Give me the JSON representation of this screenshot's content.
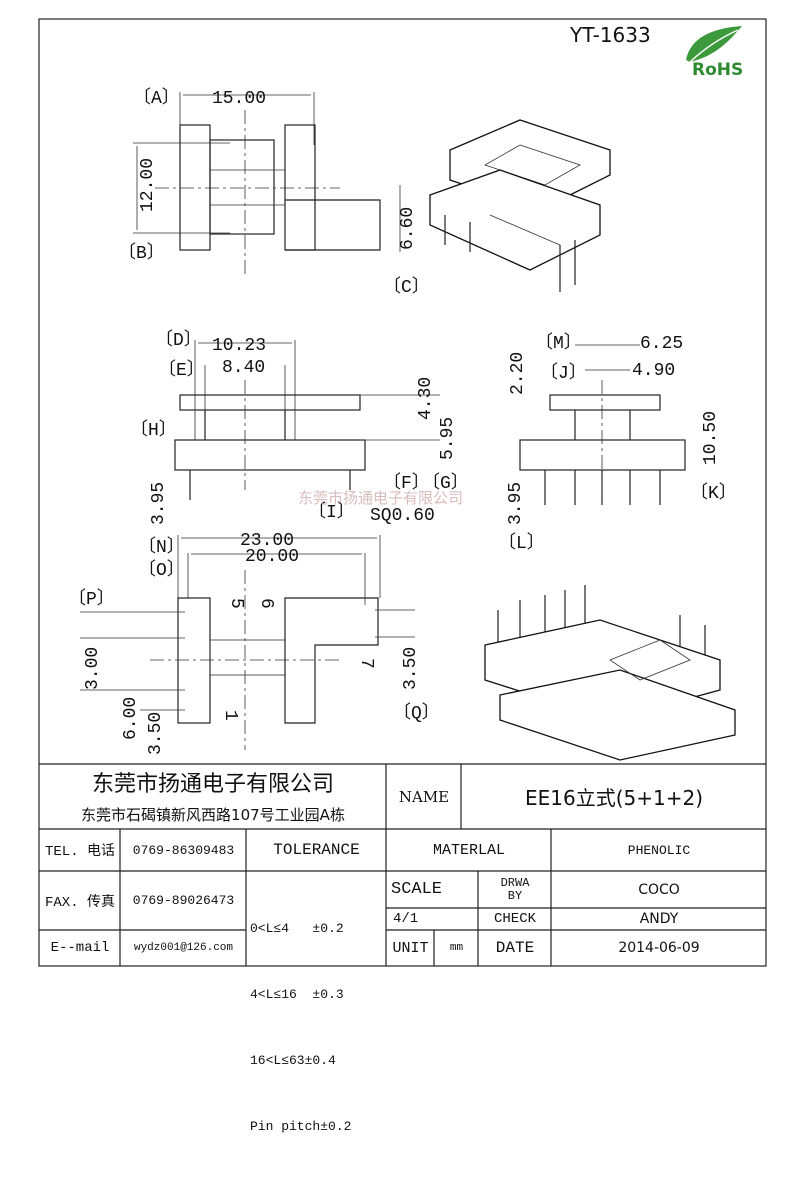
{
  "drawing": {
    "part_number": "YT-1633",
    "rohs_logo_text": "RoHS",
    "watermark": "东莞市扬通电子有限公司",
    "top_view": {
      "A": "〔A〕",
      "B": "〔B〕",
      "C": "〔C〕",
      "dim_width": "15.00",
      "dim_height": "12.00",
      "dim_c": "6.60"
    },
    "side_view": {
      "D": "〔D〕",
      "E": "〔E〕",
      "H": "〔H〕",
      "F": "〔F〕",
      "G": "〔G〕",
      "I": "〔I〕",
      "dim_d": "10.23",
      "dim_e": "8.40",
      "dim_430": "4.30",
      "dim_595": "5.95",
      "dim_395": "3.95",
      "dim_sq": "SQ0.60"
    },
    "end_view": {
      "M": "〔M〕",
      "J": "〔J〕",
      "K": "〔K〕",
      "L": "〔L〕",
      "dim_m": "6.25",
      "dim_j": "4.90",
      "dim_220": "2.20",
      "dim_1050": "10.50",
      "dim_395": "3.95"
    },
    "bottom_view": {
      "N": "〔N〕",
      "O": "〔O〕",
      "P": "〔P〕",
      "Q": "〔Q〕",
      "dim_n": "23.00",
      "dim_o": "20.00",
      "dim_300": "3.00",
      "dim_600": "6.00",
      "dim_350a": "3.50",
      "dim_350b": "3.50",
      "pin_5": "5",
      "pin_6": "6",
      "pin_7": "7",
      "pin_1": "1"
    }
  },
  "title_block": {
    "company_name": "东莞市扬通电子有限公司",
    "company_address": "东莞市石碣镇新风西路107号工业园A栋",
    "name_label": "NAME",
    "name_value": "EE16立式(5+1+2)",
    "tel_label": "TEL. 电话",
    "tel_value": "0769-86309483",
    "fax_label": "FAX. 传真",
    "fax_value": "0769-89026473",
    "email_label": "E--mail",
    "email_value": "wydz001@126.com",
    "tolerance_label": "TOLERANCE",
    "tolerance_lines": [
      "0<L≤4   ±0.2",
      "4<L≤16  ±0.3",
      "16<L≤63±0.4",
      "Pin pitch±0.2"
    ],
    "material_label": "MATERLAL",
    "material_value": "PHENOLIC",
    "scale_label": "SCALE",
    "scale_value": "4/1",
    "drawn_by_label": "DRWA BY",
    "drawn_by_value": "COCO",
    "check_label": "CHECK",
    "check_value": "ANDY",
    "unit_label": "UNIT",
    "unit_value": "mm",
    "date_label": "DATE",
    "date_value": "2014-06-09"
  }
}
